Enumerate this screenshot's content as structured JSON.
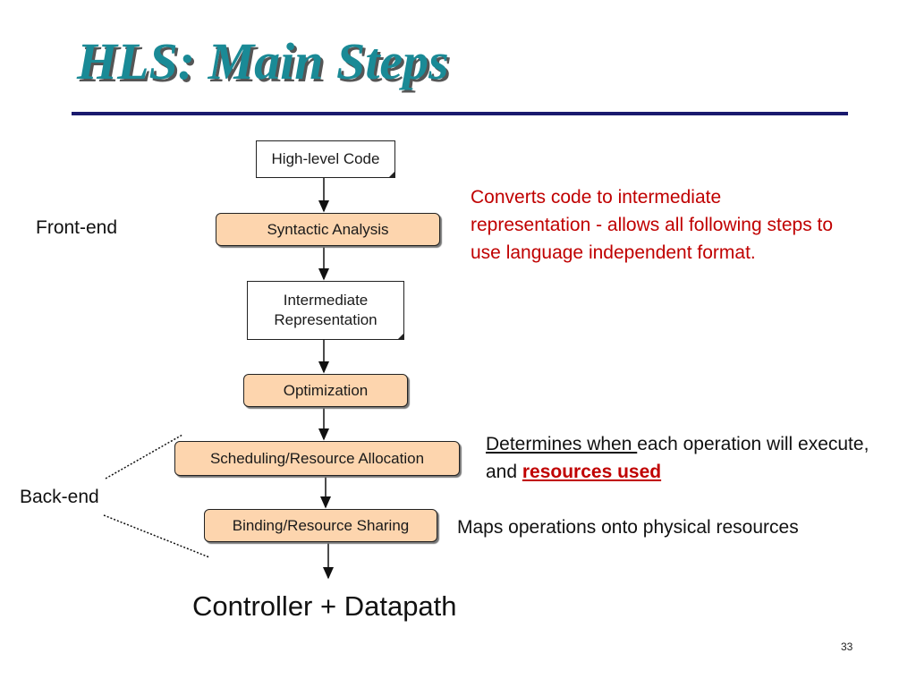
{
  "slide": {
    "title": "HLS: Main Steps",
    "page_number": "33"
  },
  "flow": {
    "high_level_code": "High-level Code",
    "syntactic_analysis": "Syntactic Analysis",
    "ir_line1": "Intermediate",
    "ir_line2": "Representation",
    "optimization": "Optimization",
    "scheduling": "Scheduling/Resource Allocation",
    "binding": "Binding/Resource Sharing",
    "output": "Controller + Datapath"
  },
  "labels": {
    "front_end": "Front-end",
    "back_end": "Back-end"
  },
  "notes": {
    "front_end_note": "Converts code to intermediate representation - allows all following steps to use language independent format.",
    "sched_u": "Determines when ",
    "sched_rest": "each operation will execute, and ",
    "sched_bold": "resources used",
    "binding_note": "Maps operations onto physical resources"
  },
  "colors": {
    "title": "#1a8a96",
    "rule": "#1a1a6e",
    "process_fill": "#fdd5ae",
    "note_red": "#c00000"
  }
}
